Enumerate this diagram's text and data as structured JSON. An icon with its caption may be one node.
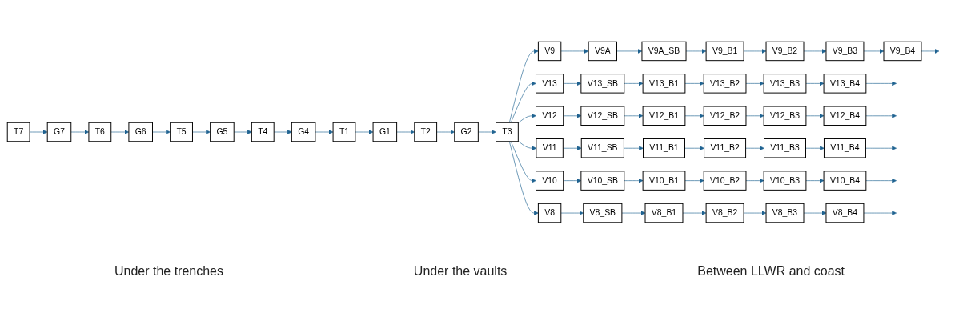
{
  "diagram": {
    "nodes": [
      {
        "text": [
          "T7"
        ]
      },
      {
        "text": [
          "G7"
        ]
      },
      {
        "text": [
          "T6"
        ]
      },
      {
        "text": [
          "G6"
        ]
      },
      {
        "text": [
          "T5"
        ]
      },
      {
        "text": [
          "G5"
        ]
      },
      {
        "text": [
          "T4"
        ]
      },
      {
        "text": [
          "G4"
        ]
      },
      {
        "text": [
          "T1"
        ]
      },
      {
        "text": [
          "G1"
        ]
      },
      {
        "text": [
          "T2"
        ]
      },
      {
        "text": [
          "G2"
        ]
      },
      {
        "text": [
          "T3"
        ]
      },
      {
        "text": [
          "V13"
        ]
      },
      {
        "text": [
          "V13_SB"
        ]
      },
      {
        "text": [
          "V13_B1"
        ]
      },
      {
        "text": [
          "V13_B2"
        ]
      },
      {
        "text": [
          "V13_B3"
        ]
      },
      {
        "text": [
          "V13_B4"
        ]
      },
      {
        "text": [
          "V12"
        ]
      },
      {
        "text": [
          "V12_SB"
        ]
      },
      {
        "text": [
          "V12_B1"
        ]
      },
      {
        "text": [
          "V12_B2"
        ]
      },
      {
        "text": [
          "V12_B3"
        ]
      },
      {
        "text": [
          "V12_B4"
        ]
      },
      {
        "text": [
          "V11"
        ]
      },
      {
        "text": [
          "V11_SB"
        ]
      },
      {
        "text": [
          "V11_B1"
        ]
      },
      {
        "text": [
          "V11_B2"
        ]
      },
      {
        "text": [
          "V11_B3"
        ]
      },
      {
        "text": [
          "V11_B4"
        ]
      },
      {
        "text": [
          "V10"
        ]
      },
      {
        "text": [
          "V10_SB"
        ]
      },
      {
        "text": [
          "V10_B1"
        ]
      },
      {
        "text": [
          "V10_B2"
        ]
      },
      {
        "text": [
          "V10_B3"
        ]
      },
      {
        "text": [
          "V10_B4"
        ]
      },
      {
        "text": [
          "V9"
        ]
      },
      {
        "text": [
          "V9A"
        ]
      },
      {
        "text": [
          "V9A_SB"
        ]
      },
      {
        "text": [
          "V9_B1"
        ]
      },
      {
        "text": [
          "V9_B2"
        ]
      },
      {
        "text": [
          "V9_B3"
        ]
      },
      {
        "text": [
          "V9_B4"
        ]
      },
      {
        "text": [
          "V8"
        ]
      },
      {
        "text": [
          "V8_SB"
        ]
      },
      {
        "text": [
          "V8_B1"
        ]
      },
      {
        "text": [
          "V8_B2"
        ]
      },
      {
        "text": [
          "V8_B3"
        ]
      },
      {
        "text": [
          "V8_B4"
        ]
      }
    ],
    "edges": [
      {
        "from": 0,
        "to": 1,
        "arrow": "to"
      },
      {
        "from": 1,
        "to": 2,
        "arrow": "to"
      },
      {
        "from": 2,
        "to": 3,
        "arrow": "to"
      },
      {
        "from": 3,
        "to": 4,
        "arrow": "to"
      },
      {
        "from": 4,
        "to": 5,
        "arrow": "to"
      },
      {
        "from": 5,
        "to": 6,
        "arrow": "to"
      },
      {
        "from": 6,
        "to": 7,
        "arrow": "to"
      },
      {
        "from": 7,
        "to": 8,
        "arrow": "to"
      },
      {
        "from": 8,
        "to": 9,
        "arrow": "to"
      },
      {
        "from": 9,
        "to": 10,
        "arrow": "to"
      },
      {
        "from": 10,
        "to": 11,
        "arrow": "to"
      },
      {
        "from": 11,
        "to": 12,
        "arrow": "to"
      },
      {
        "from": 12,
        "to": 13,
        "arrow": "to"
      },
      {
        "from": 12,
        "to": 19,
        "arrow": "to"
      },
      {
        "from": 12,
        "to": 25,
        "arrow": "to"
      },
      {
        "from": 12,
        "to": 31,
        "arrow": "to"
      },
      {
        "from": 12,
        "to": 37,
        "arrow": "to"
      },
      {
        "from": 12,
        "to": 44,
        "arrow": "to"
      },
      {
        "from": 13,
        "to": 14,
        "arrow": "to"
      },
      {
        "from": 14,
        "to": 15,
        "arrow": "to"
      },
      {
        "from": 15,
        "to": 16,
        "arrow": "to"
      },
      {
        "from": 16,
        "to": 17,
        "arrow": "to"
      },
      {
        "from": 17,
        "to": 18,
        "arrow": "to"
      },
      {
        "from": 18,
        "to": null,
        "arrow": "to"
      },
      {
        "from": 19,
        "to": 20,
        "arrow": "to"
      },
      {
        "from": 20,
        "to": 21,
        "arrow": "to"
      },
      {
        "from": 21,
        "to": 22,
        "arrow": "to"
      },
      {
        "from": 22,
        "to": 23,
        "arrow": "to"
      },
      {
        "from": 23,
        "to": 24,
        "arrow": "to"
      },
      {
        "from": 24,
        "to": null,
        "arrow": "to"
      },
      {
        "from": 25,
        "to": 26,
        "arrow": "to"
      },
      {
        "from": 26,
        "to": 27,
        "arrow": "to"
      },
      {
        "from": 27,
        "to": 28,
        "arrow": "to"
      },
      {
        "from": 28,
        "to": 29,
        "arrow": "to"
      },
      {
        "from": 29,
        "to": 30,
        "arrow": "to"
      },
      {
        "from": 30,
        "to": null,
        "arrow": "to"
      },
      {
        "from": 31,
        "to": 32,
        "arrow": "to"
      },
      {
        "from": 32,
        "to": 33,
        "arrow": "to"
      },
      {
        "from": 33,
        "to": 34,
        "arrow": "to"
      },
      {
        "from": 34,
        "to": 35,
        "arrow": "to"
      },
      {
        "from": 35,
        "to": 36,
        "arrow": "to"
      },
      {
        "from": 36,
        "to": null,
        "arrow": "to"
      },
      {
        "from": 37,
        "to": 38,
        "arrow": "to"
      },
      {
        "from": 38,
        "to": 39,
        "arrow": "to"
      },
      {
        "from": 39,
        "to": 40,
        "arrow": "to"
      },
      {
        "from": 40,
        "to": 41,
        "arrow": "to"
      },
      {
        "from": 41,
        "to": 42,
        "arrow": "to"
      },
      {
        "from": 42,
        "to": 43,
        "arrow": "to"
      },
      {
        "from": 43,
        "to": null,
        "arrow": "to"
      },
      {
        "from": 44,
        "to": 45,
        "arrow": "to"
      },
      {
        "from": 45,
        "to": 46,
        "arrow": "to"
      },
      {
        "from": 46,
        "to": 47,
        "arrow": "to"
      },
      {
        "from": 47,
        "to": 48,
        "arrow": "to"
      },
      {
        "from": 48,
        "to": 49,
        "arrow": "to"
      },
      {
        "from": 49,
        "to": null,
        "arrow": "to"
      }
    ],
    "labels": [
      "Under the trenches",
      "Under the vaults",
      "Between LLWR and coast"
    ]
  }
}
